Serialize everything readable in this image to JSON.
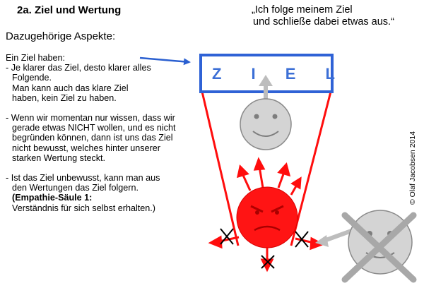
{
  "title": "2a. Ziel und Wertung",
  "quote": {
    "line1": "„Ich folge meinem Ziel",
    "line2": "und schließe dabei etwas aus.“"
  },
  "subheading": "Dazugehörige Aspekte:",
  "body": {
    "p1": [
      "Ein Ziel haben:",
      "- Je klarer das Ziel, desto klarer alles",
      "  Folgende.",
      "  Man kann auch das klare Ziel",
      "  haben, kein Ziel zu haben."
    ],
    "p2": [
      "- Wenn wir momentan nur wissen, dass wir",
      "  gerade etwas NICHT wollen, und es nicht",
      "  begründen können, dann ist uns das Ziel",
      "  nicht bewusst, welches hinter unserer",
      "  starken Wertung steckt."
    ],
    "p3": [
      "- Ist das Ziel unbewusst, kann man aus",
      "  den Wertungen das Ziel folgern."
    ],
    "p3_bold": "(Empathie-Säule 1:",
    "p3_end": "  Verständnis für sich selbst erhalten.)"
  },
  "goal_box_label": "Z I E L",
  "copyright": "© Olaf Jacobsen 2014",
  "colors": {
    "goal_blue": "#2f62d6",
    "arrow_blue": "#2a5fd0",
    "red": "#ff0d0d",
    "face_gray": "#d4d4d4",
    "face_outline": "#8a8a8a",
    "cross_gray": "#a8a8a8"
  }
}
